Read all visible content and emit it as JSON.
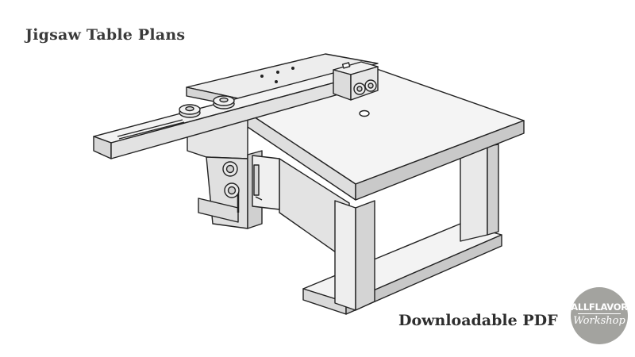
{
  "title": "Jigsaw Table Plans",
  "footer_label": "Downloadable PDF",
  "logo": {
    "line1": "ALLFLAVOR",
    "line2": "Workshop",
    "color": "#a3a39f"
  },
  "colors": {
    "wood_light": "#f2f2f2",
    "wood_mid": "#dcdcdc",
    "wood_dark": "#c2c2c2",
    "outline": "#222222"
  }
}
